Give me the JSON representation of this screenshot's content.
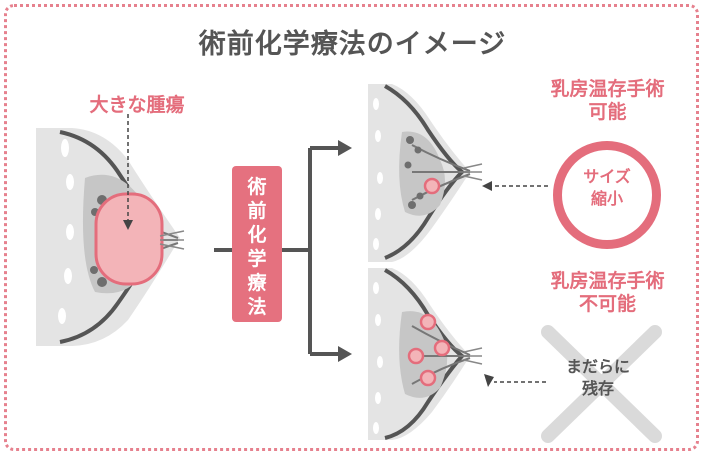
{
  "title": "術前化学療法のイメージ",
  "labels": {
    "large_tumor": "大きな腫瘍",
    "treatment": [
      "術",
      "前",
      "化",
      "学",
      "療",
      "法"
    ],
    "conserving_possible": [
      "乳房温存手術",
      "可能"
    ],
    "conserving_impossible": [
      "乳房温存手術",
      "不可能"
    ],
    "shrink": [
      "サイズ",
      "縮小"
    ],
    "residual": [
      "まだらに",
      "残存"
    ]
  },
  "colors": {
    "accent": "#e46d7c",
    "tumor_fill": "#f3b4b8",
    "gland": "#8b8b8b",
    "breast": "#e2e2e2",
    "skin_line": "#555555",
    "cross": "#d9d9d9"
  }
}
